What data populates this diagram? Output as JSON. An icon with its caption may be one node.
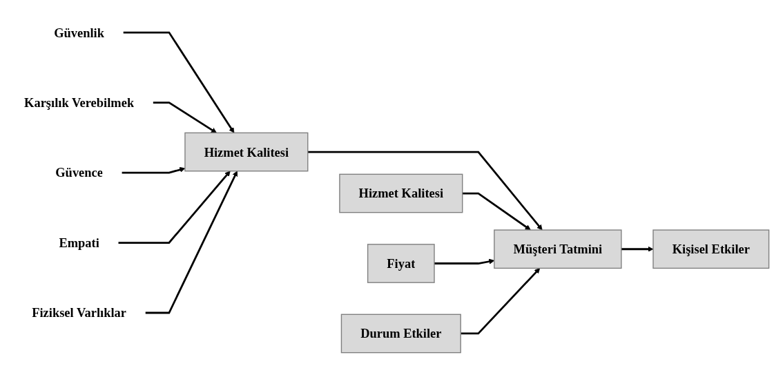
{
  "diagram": {
    "nodes": [
      {
        "text": [
          "Güvenlik"
        ]
      },
      {
        "text": [
          "Karşılık Verebilmek"
        ]
      },
      {
        "text": [
          "Güvence"
        ]
      },
      {
        "text": [
          "Empati"
        ]
      },
      {
        "text": [
          "Fiziksel Varlıklar"
        ]
      },
      {
        "text": [
          "Hizmet Kalitesi"
        ]
      },
      {
        "text": [
          "Durum Etkiler"
        ]
      },
      {
        "text": [
          "Hizmet Kalitesi"
        ]
      },
      {
        "text": [
          "Müşteri Tatmini"
        ]
      },
      {
        "text": [
          "Fiyat"
        ]
      },
      {
        "text": [
          "Kişisel Etkiler"
        ]
      }
    ],
    "edges": [
      {
        "from": 0,
        "to": 5,
        "arrow": "to"
      },
      {
        "from": 1,
        "to": 5,
        "arrow": "to"
      },
      {
        "from": 2,
        "to": 5,
        "arrow": "to"
      },
      {
        "from": 3,
        "to": 5,
        "arrow": "to"
      },
      {
        "from": 4,
        "to": 5,
        "arrow": "to"
      },
      {
        "from": 5,
        "to": 8,
        "arrow": "to"
      },
      {
        "from": 7,
        "to": 8,
        "arrow": "to"
      },
      {
        "from": 9,
        "to": 8,
        "arrow": "to"
      },
      {
        "from": 6,
        "to": 8,
        "arrow": "to"
      },
      {
        "from": 8,
        "to": 10,
        "arrow": "to"
      }
    ]
  }
}
